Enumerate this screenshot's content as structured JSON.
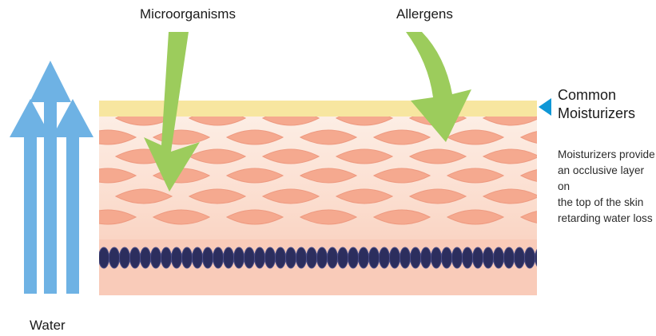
{
  "labels": {
    "microorganisms": "Microorganisms",
    "allergens": "Allergens",
    "moisturizers_title_line1": "Common",
    "moisturizers_title_line2": "Moisturizers",
    "description_lines": [
      "Moisturizers provide",
      "an occlusive layer on",
      "the top of the skin",
      "retarding  water loss"
    ],
    "water": "Water"
  },
  "colors": {
    "water_arrow": "#6eb2e4",
    "pathogen_arrow": "#9ccc5c",
    "moisturizer_layer": "#f7e6a0",
    "skin_background": "#fbd7c8",
    "skin_cell": "#f5a98f",
    "basement_cells": "#2c2e5e",
    "pointer": "#0f97d6"
  },
  "icons": {
    "pointer": "triangle-pointer-icon",
    "water_arrows": "up-arrow-icon",
    "pathogen_arrows": "curved-arrow-icon"
  }
}
